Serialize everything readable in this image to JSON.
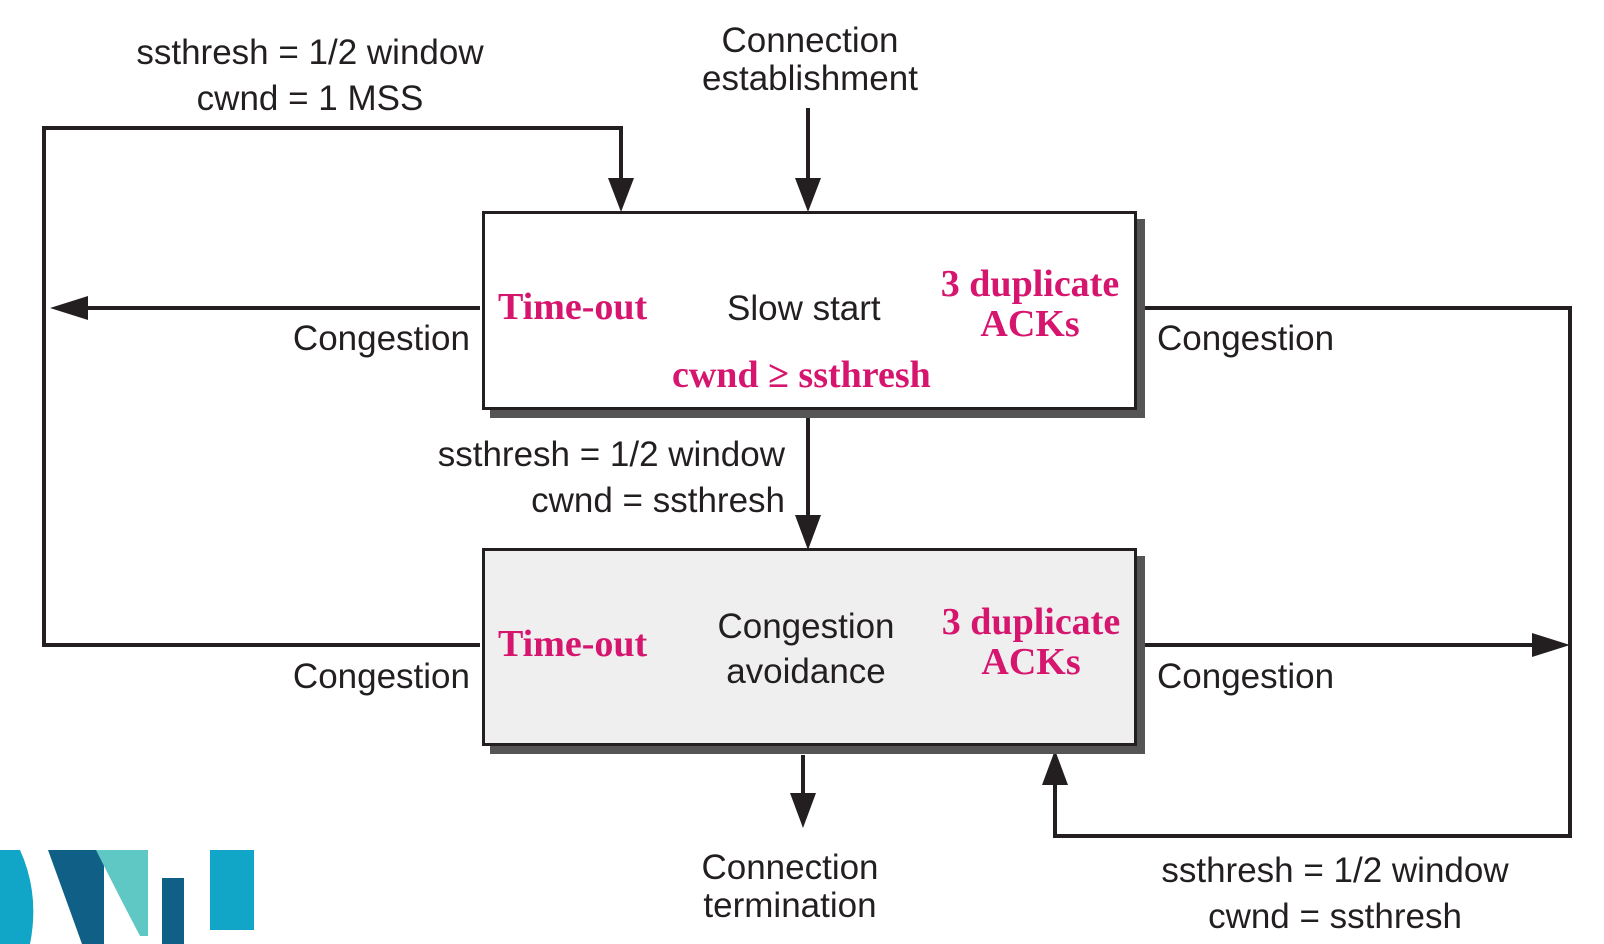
{
  "top_left_annotation": {
    "line1": "ssthresh = 1/2 window",
    "line2": "cwnd = 1 MSS"
  },
  "connection_establishment": {
    "line1": "Connection",
    "line2": "establishment"
  },
  "slow_start": {
    "title": "Slow start",
    "timeout": "Time-out",
    "dup_line1": "3 duplicate",
    "dup_line2": "ACKs",
    "condition": "cwnd ≥ ssthresh"
  },
  "middle_annotation": {
    "line1": "ssthresh = 1/2 window",
    "line2": "cwnd = ssthresh"
  },
  "congestion_avoidance": {
    "title_line1": "Congestion",
    "title_line2": "avoidance",
    "timeout": "Time-out",
    "dup_line1": "3 duplicate",
    "dup_line2": "ACKs"
  },
  "congestion_labels": {
    "slow_left": "Congestion",
    "slow_right": "Congestion",
    "avoid_left": "Congestion",
    "avoid_right": "Congestion"
  },
  "connection_termination": {
    "line1": "Connection",
    "line2": "termination"
  },
  "bottom_right_annotation": {
    "line1": "ssthresh = 1/2 window",
    "line2": "cwnd = ssthresh"
  },
  "colors": {
    "accent": "#d6156f",
    "line": "#231f20",
    "avoidance_fill": "#efefef",
    "logo_teal": "#5fc7c4",
    "logo_cyan": "#11a6c8",
    "logo_navy": "#0f5f86"
  }
}
